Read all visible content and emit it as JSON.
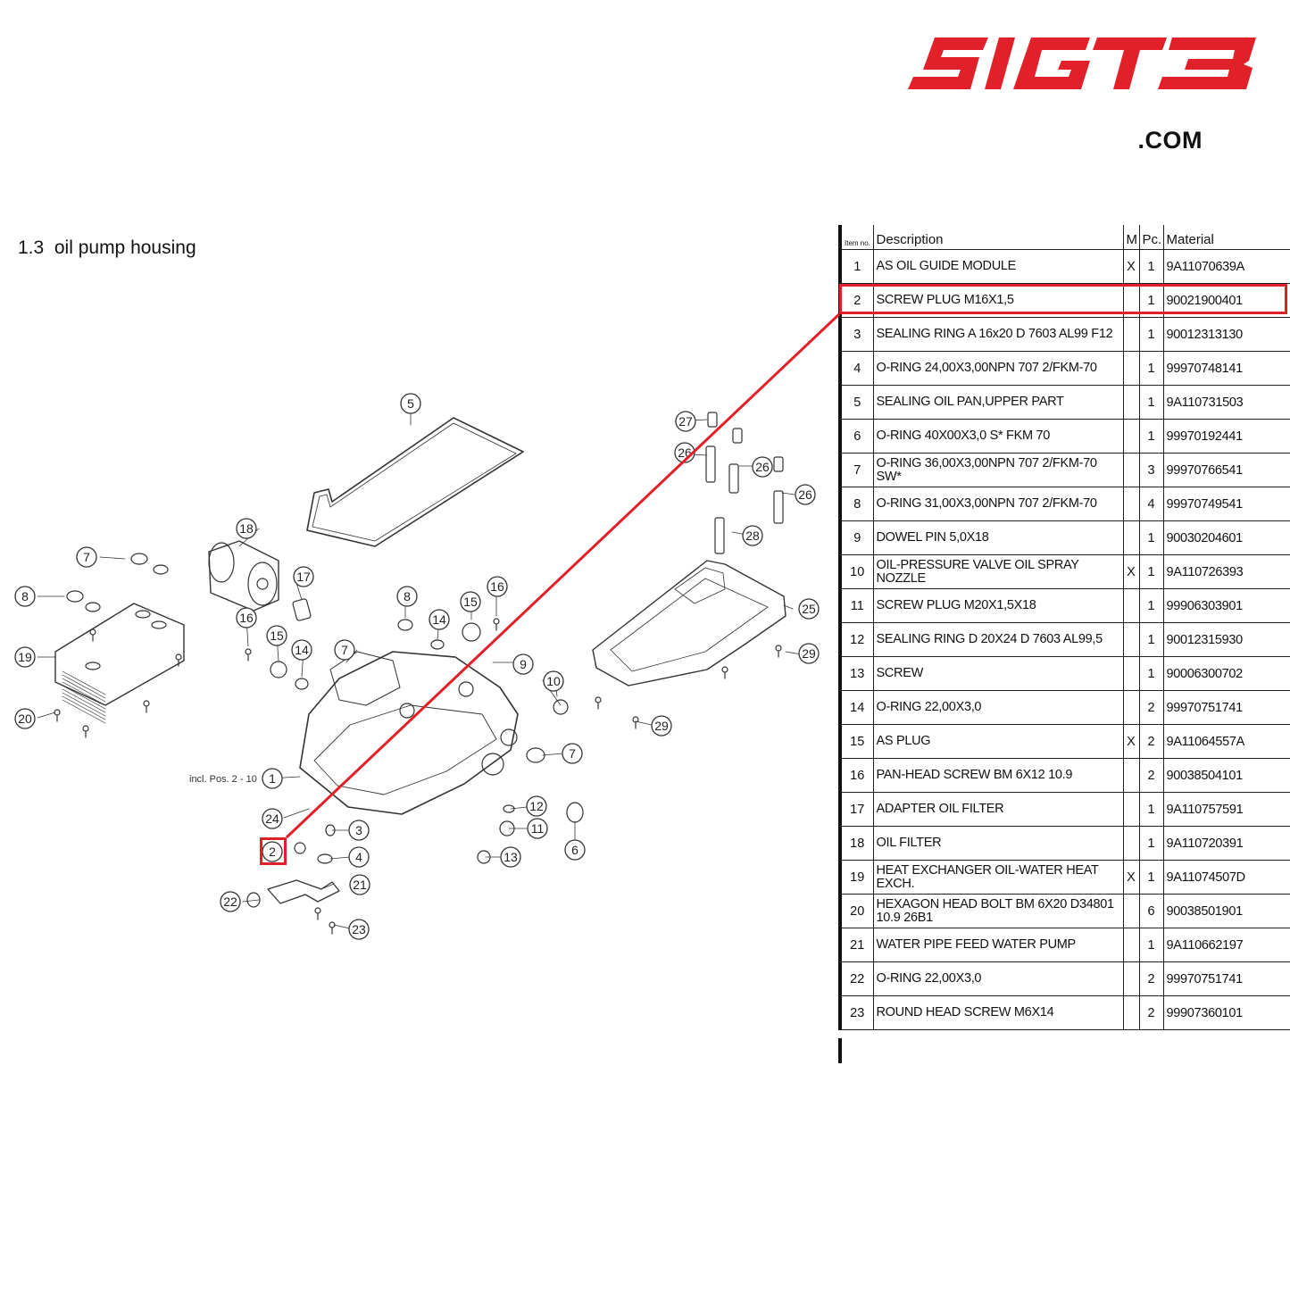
{
  "logo": {
    "wordmark": "SIGT3",
    "domain": ".COM",
    "color": "#e2202a"
  },
  "section": {
    "title": "1.3  oil pump housing"
  },
  "diagram": {
    "note": "incl. Pos. 2 - 10",
    "callouts": [
      "1",
      "2",
      "3",
      "4",
      "5",
      "6",
      "7",
      "7",
      "7",
      "8",
      "8",
      "9",
      "10",
      "11",
      "12",
      "13",
      "14",
      "14",
      "15",
      "15",
      "16",
      "16",
      "17",
      "18",
      "19",
      "20",
      "21",
      "22",
      "23",
      "24",
      "25",
      "26",
      "26",
      "26",
      "27",
      "28",
      "29",
      "29"
    ],
    "highlighted_callout": "2"
  },
  "table": {
    "headers": {
      "item": "Item no.",
      "description": "Description",
      "m": "M",
      "pc": "Pc.",
      "material": "Material"
    },
    "highlighted_row": "2",
    "rows": [
      {
        "item": "1",
        "description": "AS OIL GUIDE MODULE",
        "m": "X",
        "pc": "1",
        "material": "9A11070639A"
      },
      {
        "item": "2",
        "description": "SCREW PLUG M16X1,5",
        "m": "",
        "pc": "1",
        "material": "90021900401"
      },
      {
        "item": "3",
        "description": "SEALING RING A 16x20 D 7603 AL99 F12",
        "m": "",
        "pc": "1",
        "material": "90012313130"
      },
      {
        "item": "4",
        "description": "O-RING 24,00X3,00NPN 707 2/FKM-70",
        "m": "",
        "pc": "1",
        "material": "99970748141"
      },
      {
        "item": "5",
        "description": "SEALING OIL PAN,UPPER PART",
        "m": "",
        "pc": "1",
        "material": "9A110731503"
      },
      {
        "item": "6",
        "description": "O-RING 40X00X3,0 S* FKM 70",
        "m": "",
        "pc": "1",
        "material": "99970192441"
      },
      {
        "item": "7",
        "description": "O-RING 36,00X3,00NPN 707 2/FKM-70 SW*",
        "m": "",
        "pc": "3",
        "material": "99970766541"
      },
      {
        "item": "8",
        "description": "O-RING 31,00X3,00NPN 707 2/FKM-70",
        "m": "",
        "pc": "4",
        "material": "99970749541"
      },
      {
        "item": "9",
        "description": "DOWEL PIN 5,0X18",
        "m": "",
        "pc": "1",
        "material": "90030204601"
      },
      {
        "item": "10",
        "description": "OIL-PRESSURE VALVE OIL SPRAY NOZZLE",
        "m": "X",
        "pc": "1",
        "material": "9A110726393"
      },
      {
        "item": "11",
        "description": "SCREW PLUG M20X1,5X18",
        "m": "",
        "pc": "1",
        "material": "99906303901"
      },
      {
        "item": "12",
        "description": "SEALING RING D 20X24 D 7603 AL99,5",
        "m": "",
        "pc": "1",
        "material": "90012315930"
      },
      {
        "item": "13",
        "description": "SCREW",
        "m": "",
        "pc": "1",
        "material": "90006300702"
      },
      {
        "item": "14",
        "description": "O-RING 22,00X3,0",
        "m": "",
        "pc": "2",
        "material": "99970751741"
      },
      {
        "item": "15",
        "description": "AS PLUG",
        "m": "X",
        "pc": "2",
        "material": "9A11064557A"
      },
      {
        "item": "16",
        "description": "PAN-HEAD SCREW BM 6X12 10.9",
        "m": "",
        "pc": "2",
        "material": "90038504101"
      },
      {
        "item": "17",
        "description": "ADAPTER OIL FILTER",
        "m": "",
        "pc": "1",
        "material": "9A110757591"
      },
      {
        "item": "18",
        "description": "OIL FILTER",
        "m": "",
        "pc": "1",
        "material": "9A110720391"
      },
      {
        "item": "19",
        "description": "HEAT EXCHANGER OIL-WATER HEAT EXCH.",
        "m": "X",
        "pc": "1",
        "material": "9A11074507D"
      },
      {
        "item": "20",
        "description": "HEXAGON HEAD BOLT BM 6X20 D34801 10.9 26B1",
        "m": "",
        "pc": "6",
        "material": "90038501901"
      },
      {
        "item": "21",
        "description": "WATER PIPE FEED WATER PUMP",
        "m": "",
        "pc": "1",
        "material": "9A110662197"
      },
      {
        "item": "22",
        "description": "O-RING 22,00X3,0",
        "m": "",
        "pc": "2",
        "material": "99970751741"
      },
      {
        "item": "23",
        "description": "ROUND HEAD SCREW M6X14",
        "m": "",
        "pc": "2",
        "material": "99907360101"
      }
    ]
  }
}
